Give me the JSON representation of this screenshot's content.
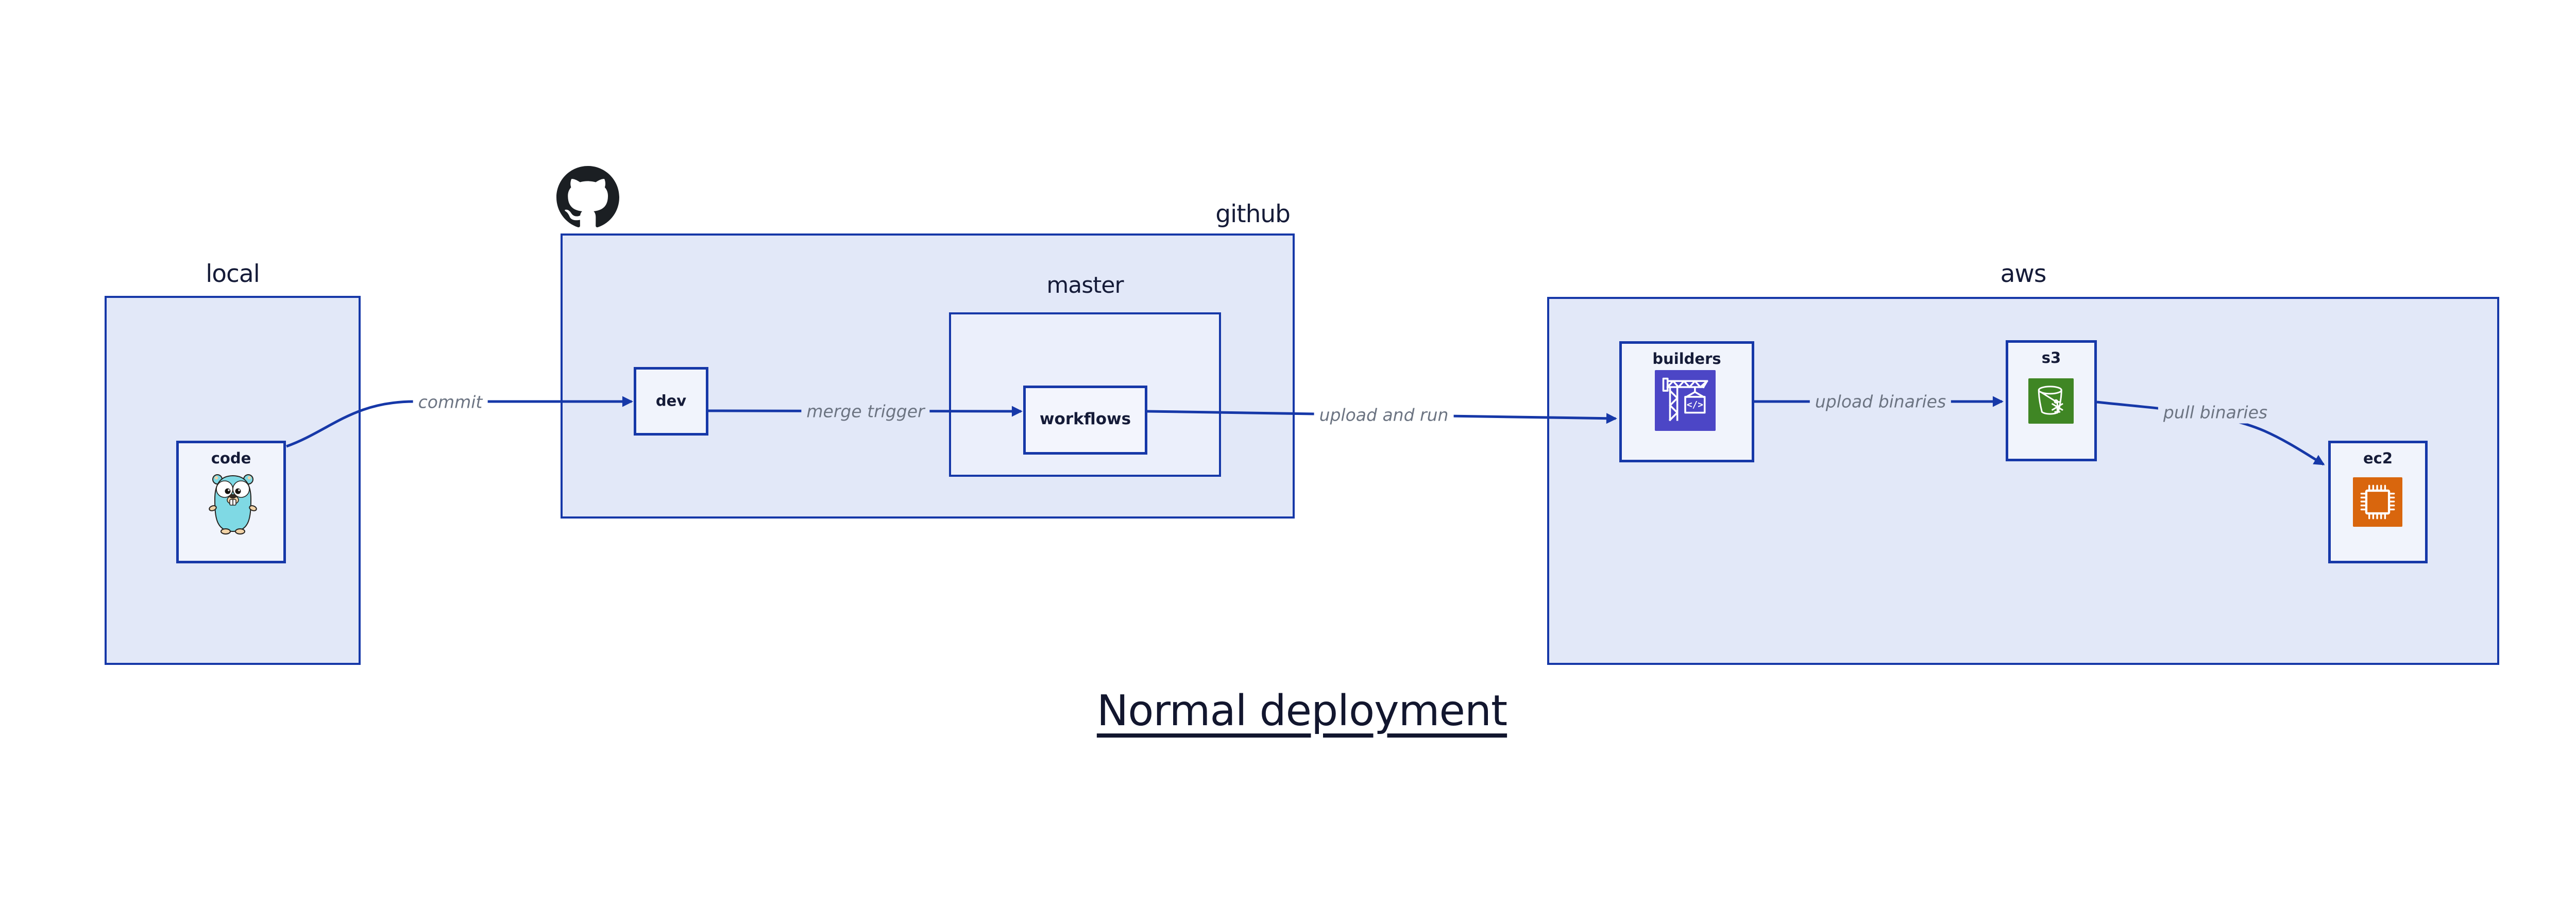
{
  "title": "Normal deployment",
  "containers": {
    "local": {
      "label": "local"
    },
    "github": {
      "label": "github",
      "logo": "github-octocat-icon"
    },
    "master": {
      "label": "master"
    },
    "aws": {
      "label": "aws"
    }
  },
  "nodes": {
    "code": {
      "label": "code",
      "icon": "go-gopher-icon"
    },
    "dev": {
      "label": "dev"
    },
    "workflows": {
      "label": "workflows"
    },
    "builders": {
      "label": "builders",
      "icon": "aws-codebuild-icon"
    },
    "s3": {
      "label": "s3",
      "icon": "aws-s3-glacier-icon"
    },
    "ec2": {
      "label": "ec2",
      "icon": "aws-ec2-icon"
    }
  },
  "edges": [
    {
      "from": "code",
      "to": "dev",
      "label": "commit"
    },
    {
      "from": "dev",
      "to": "workflows",
      "label": "merge trigger"
    },
    {
      "from": "workflows",
      "to": "builders",
      "label": "upload and run"
    },
    {
      "from": "builders",
      "to": "s3",
      "label": "upload binaries"
    },
    {
      "from": "s3",
      "to": "ec2",
      "label": "pull binaries"
    }
  ],
  "colors": {
    "edge_blue": "#1638A8",
    "container_fill": "#E2E8F8",
    "node_fill": "#F1F4FC",
    "edge_label_gray": "#6C7482",
    "text_navy": "#151B38",
    "title_navy": "#12162E",
    "codebuild_indigo": "#4C46C6",
    "s3_green": "#3F8624",
    "ec2_orange": "#D9660D",
    "gopher_teal": "#7FD9E4",
    "octocat_black": "#1B1F23"
  }
}
